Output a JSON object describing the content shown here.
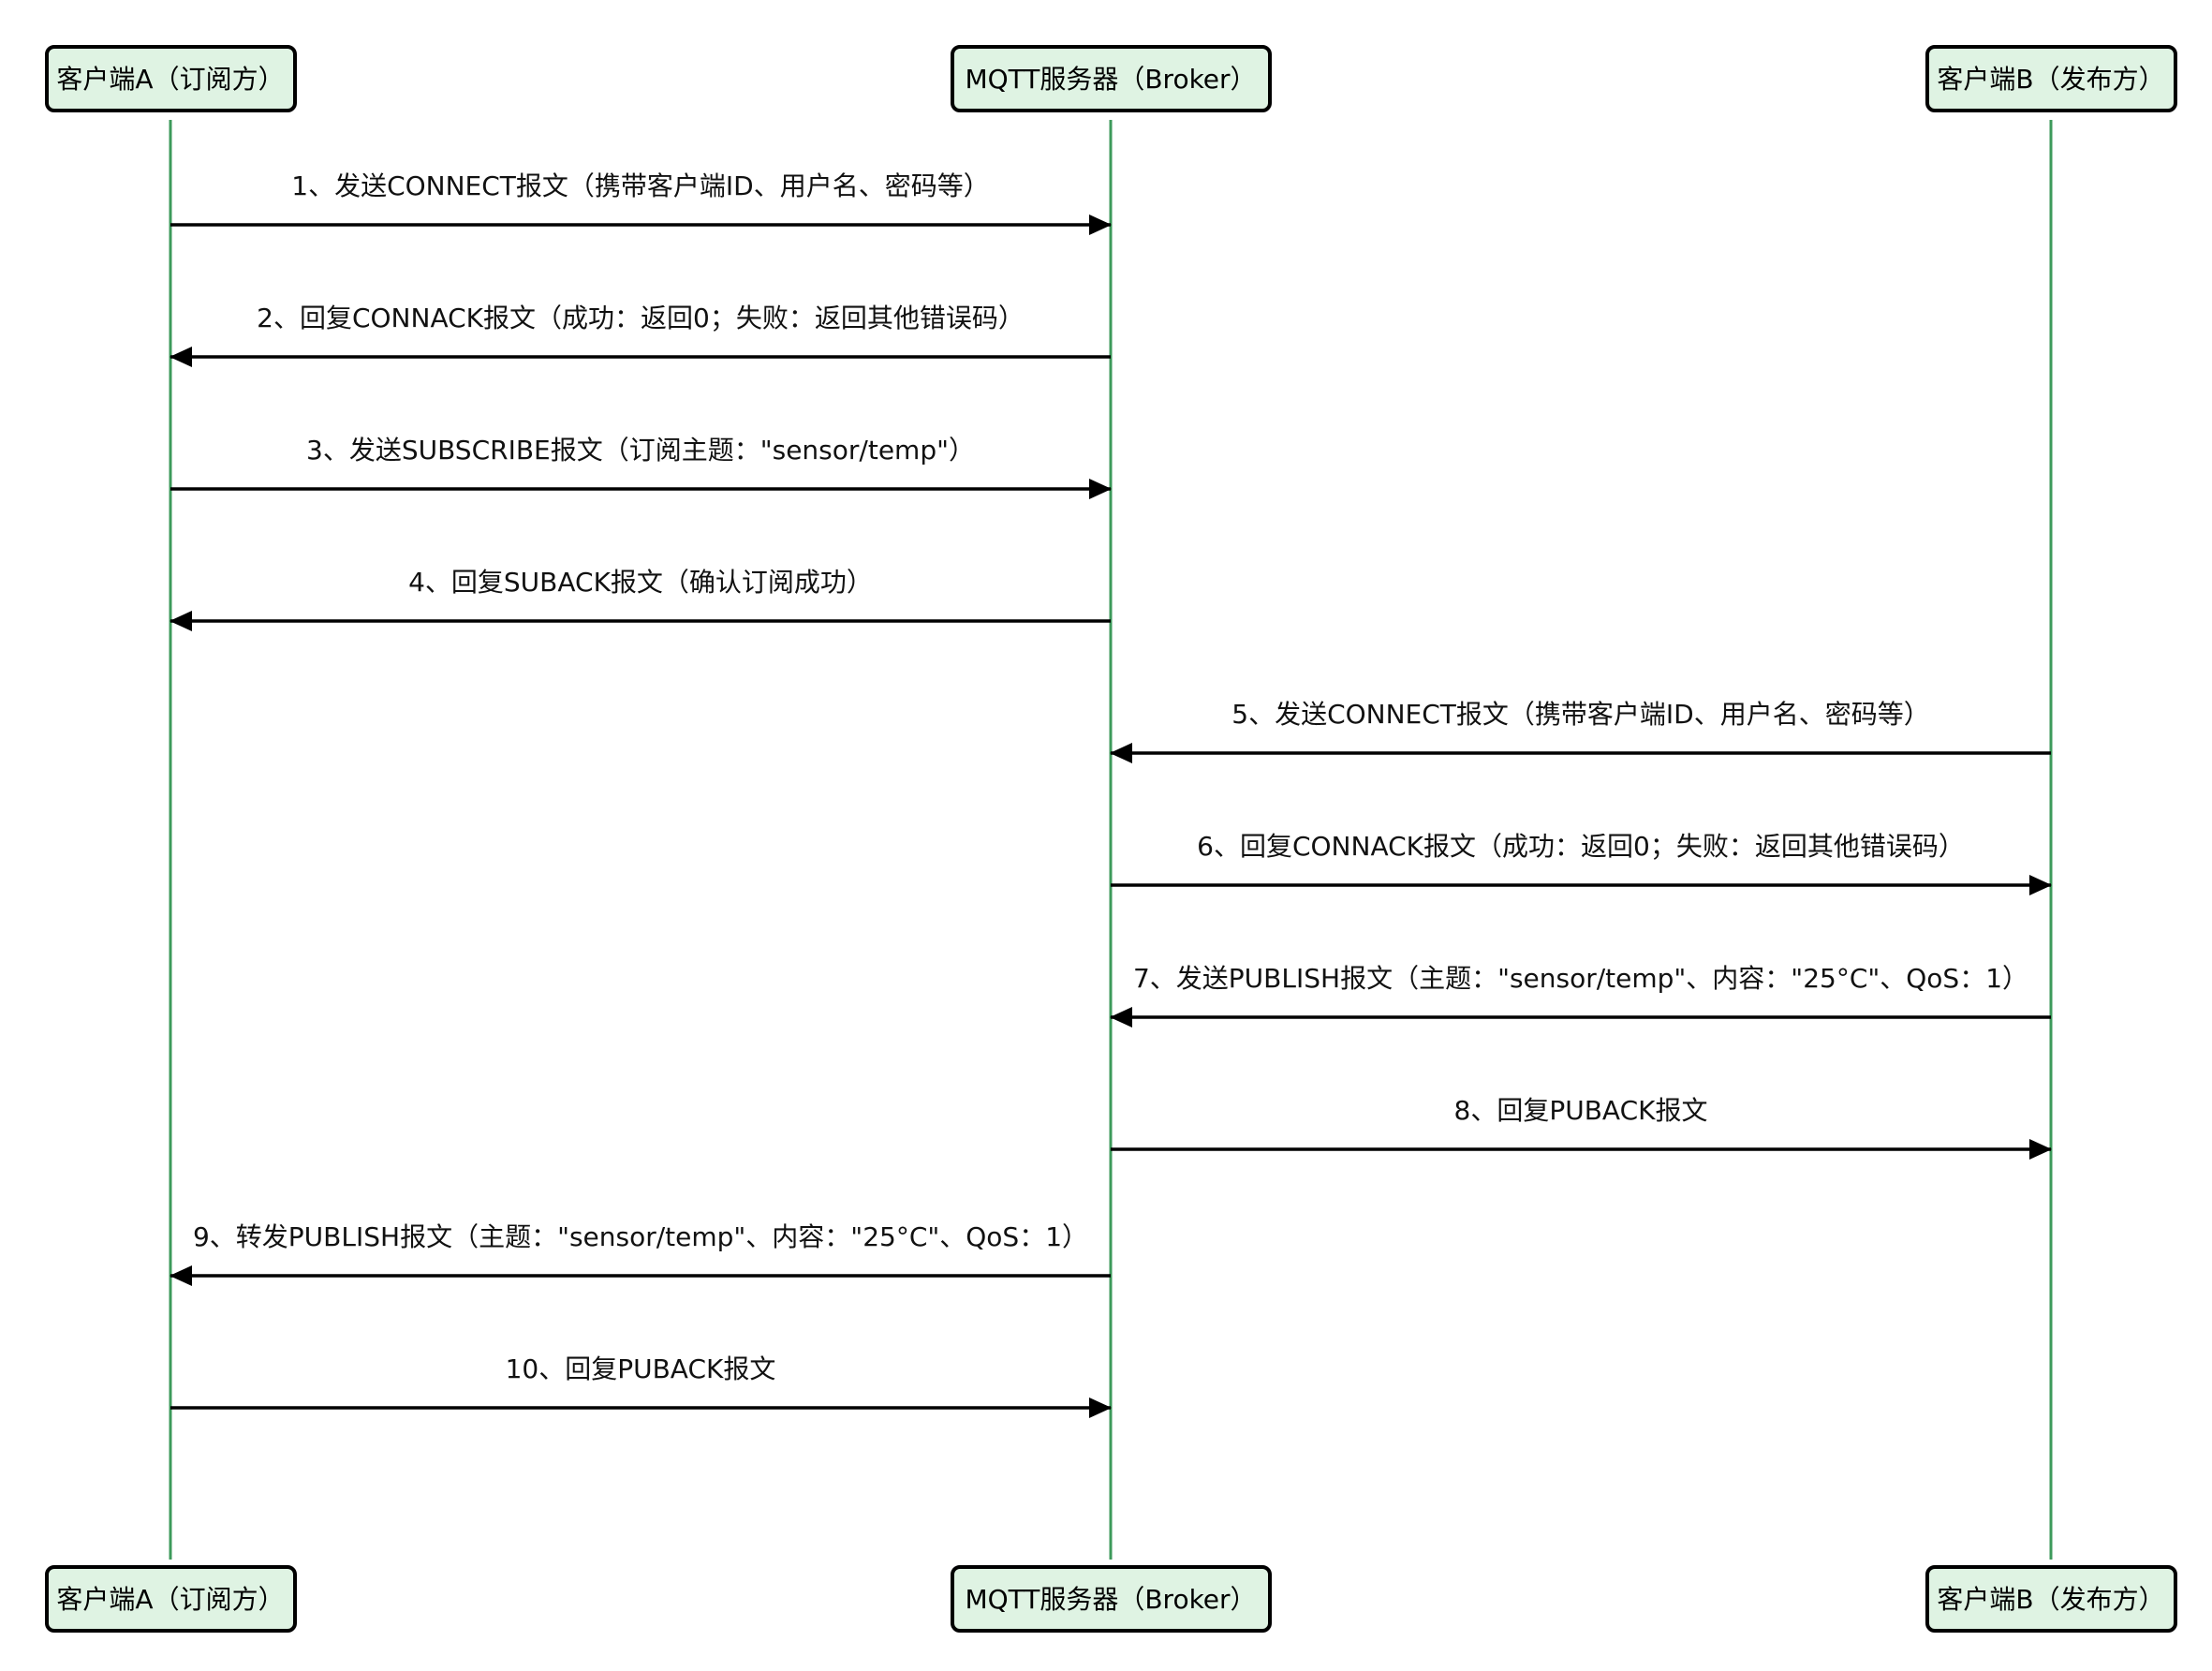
{
  "participants": [
    {
      "id": "A",
      "label": "客户端A（订阅方）"
    },
    {
      "id": "M",
      "label": "MQTT服务器（Broker）"
    },
    {
      "id": "B",
      "label": "客户端B（发布方）"
    }
  ],
  "messages": [
    {
      "from": "A",
      "to": "M",
      "label": "1、发送CONNECT报文（携带客户端ID、用户名、密码等）"
    },
    {
      "from": "M",
      "to": "A",
      "label": "2、回复CONNACK报文（成功：返回0；失败：返回其他错误码）"
    },
    {
      "from": "A",
      "to": "M",
      "label": "3、发送SUBSCRIBE报文（订阅主题：\"sensor/temp\"）"
    },
    {
      "from": "M",
      "to": "A",
      "label": "4、回复SUBACK报文（确认订阅成功）"
    },
    {
      "from": "B",
      "to": "M",
      "label": "5、发送CONNECT报文（携带客户端ID、用户名、密码等）"
    },
    {
      "from": "M",
      "to": "B",
      "label": "6、回复CONNACK报文（成功：返回0；失败：返回其他错误码）"
    },
    {
      "from": "B",
      "to": "M",
      "label": "7、发送PUBLISH报文（主题：\"sensor/temp\"、内容：\"25°C\"、QoS：1）"
    },
    {
      "from": "M",
      "to": "B",
      "label": "8、回复PUBACK报文"
    },
    {
      "from": "M",
      "to": "A",
      "label": "9、转发PUBLISH报文（主题：\"sensor/temp\"、内容：\"25°C\"、QoS：1）"
    },
    {
      "from": "A",
      "to": "M",
      "label": "10、回复PUBACK报文"
    }
  ],
  "colors": {
    "actor_fill": "#dff3e3",
    "actor_stroke": "#000000",
    "lifeline": "#3d9a5b",
    "arrow": "#000000"
  }
}
